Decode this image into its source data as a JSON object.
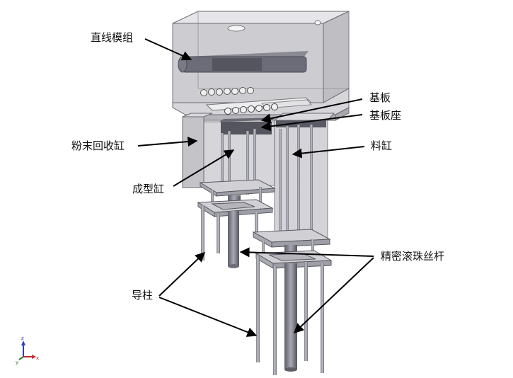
{
  "labels": {
    "linear_module": "直线模组",
    "substrate": "基板",
    "substrate_seat": "基板座",
    "powder_recovery_cylinder": "粉末回收缸",
    "feed_cylinder": "料缸",
    "forming_cylinder": "成型缸",
    "ball_screw": "精密滚珠丝杆",
    "guide_post": "导柱"
  },
  "triad": {
    "x": "x",
    "y": "y",
    "z": "z"
  },
  "colors": {
    "leader": "#000000",
    "housing": "#cfcfd2",
    "rod": "#9a9aa6",
    "plate": "#c8c8cc",
    "dark_block": "#555560"
  }
}
